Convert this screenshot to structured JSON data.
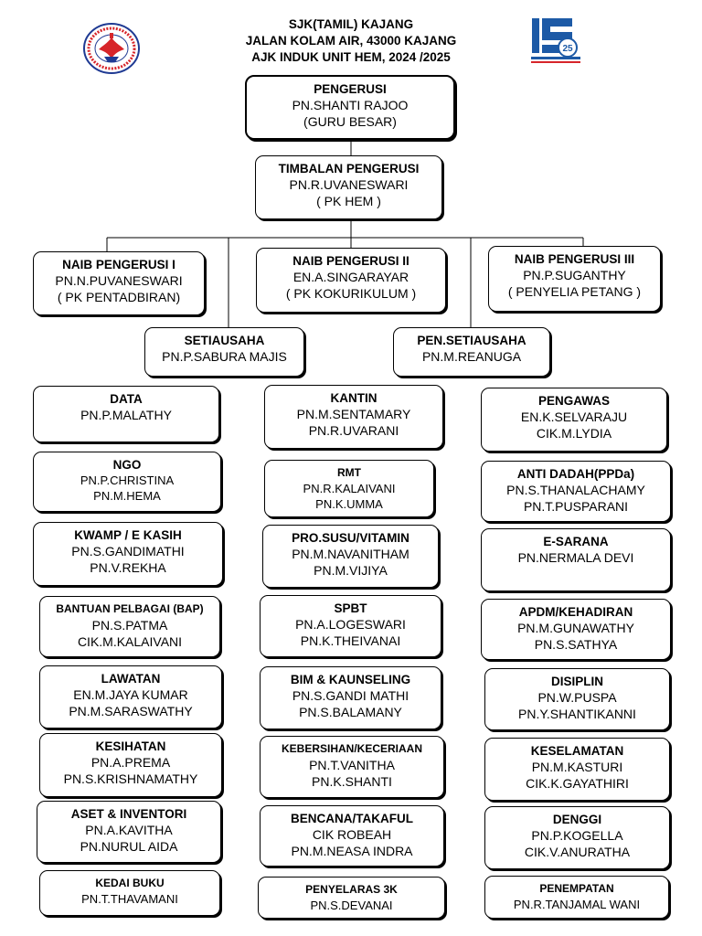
{
  "header": {
    "line1": "SJK(TAMIL) KAJANG",
    "line2": "JALAN KOLAM AIR, 43000 KAJANG",
    "line3": "AJK INDUK UNIT HEM, 2024 /2025"
  },
  "logos": {
    "left_name": "school-crest",
    "right_name": "transformasi-sekolah-25-logo",
    "right_number": "25",
    "colors": {
      "crest_red": "#d7252a",
      "crest_blue": "#1f3a93",
      "ts_blue": "#1d5aa6"
    }
  },
  "chart": {
    "pengerusi": {
      "title": "PENGERUSI",
      "line1": "PN.SHANTI RAJOO",
      "line2": "(GURU BESAR)"
    },
    "timbalan": {
      "title": "TIMBALAN  PENGERUSI",
      "line1": "PN.R.UVANESWARI",
      "line2": "( PK HEM )"
    },
    "naib1": {
      "title": "NAIB PENGERUSI I",
      "line1": "PN.N.PUVANESWARI",
      "line2": "( PK PENTADBIRAN)"
    },
    "naib2": {
      "title": "NAIB PENGERUSI II",
      "line1": "EN.A.SINGARAYAR",
      "line2": "( PK KOKURIKULUM )"
    },
    "naib3": {
      "title": "NAIB PENGERUSI III",
      "line1": "PN.P.SUGANTHY",
      "line2": "( PENYELIA PETANG )"
    },
    "setiausaha": {
      "title": "SETIAUSAHA",
      "line1": "PN.P.SABURA MAJIS"
    },
    "pen_setiausaha": {
      "title": "PEN.SETIAUSAHA",
      "line1": "PN.M.REANUGA"
    }
  },
  "committees": {
    "col1": [
      {
        "title": "DATA",
        "members": [
          "PN.P.MALATHY"
        ]
      },
      {
        "title": "NGO",
        "members": [
          "PN.P.CHRISTINA",
          "PN.M.HEMA"
        ]
      },
      {
        "title": "KWAMP / E KASIH",
        "members": [
          "PN.S.GANDIMATHI",
          "PN.V.REKHA"
        ]
      },
      {
        "title": "BANTUAN PELBAGAI (BAP)",
        "members": [
          "PN.S.PATMA",
          "CIK.M.KALAIVANI"
        ]
      },
      {
        "title": "LAWATAN",
        "members": [
          "EN.M.JAYA KUMAR",
          "PN.M.SARASWATHY"
        ]
      },
      {
        "title": "KESIHATAN",
        "members": [
          "PN.A.PREMA",
          "PN.S.KRISHNAMATHY"
        ]
      },
      {
        "title": "ASET & INVENTORI",
        "members": [
          "PN.A.KAVITHA",
          "PN.NURUL AIDA"
        ]
      },
      {
        "title": "KEDAI BUKU",
        "members": [
          "PN.T.THAVAMANI"
        ]
      }
    ],
    "col2": [
      {
        "title": "KANTIN",
        "members": [
          "PN.M.SENTAMARY",
          "PN.R.UVARANI"
        ]
      },
      {
        "title": "RMT",
        "members": [
          "PN.R.KALAIVANI",
          "PN.K.UMMA"
        ]
      },
      {
        "title": "PRO.SUSU/VITAMIN",
        "members": [
          "PN.M.NAVANITHAM",
          "PN.M.VIJIYA"
        ]
      },
      {
        "title": "SPBT",
        "members": [
          "PN.A.LOGESWARI",
          "PN.K.THEIVANAI"
        ]
      },
      {
        "title": "BIM & KAUNSELING",
        "members": [
          "PN.S.GANDI MATHI",
          "PN.S.BALAMANY"
        ]
      },
      {
        "title": "KEBERSIHAN/KECERIAAN",
        "members": [
          "PN.T.VANITHA",
          "PN.K.SHANTI"
        ]
      },
      {
        "title": "BENCANA/TAKAFUL",
        "members": [
          "CIK ROBEAH",
          "PN.M.NEASA INDRA"
        ]
      },
      {
        "title": "PENYELARAS 3K",
        "members": [
          "PN.S.DEVANAI"
        ]
      }
    ],
    "col3": [
      {
        "title": "PENGAWAS",
        "members": [
          "EN.K.SELVARAJU",
          "CIK.M.LYDIA"
        ]
      },
      {
        "title": "ANTI DADAH(PPDa)",
        "members": [
          "PN.S.THANALACHAMY",
          "PN.T.PUSPARANI"
        ]
      },
      {
        "title": "E-SARANA",
        "members": [
          "PN.NERMALA DEVI"
        ]
      },
      {
        "title": "APDM/KEHADIRAN",
        "members": [
          "PN.M.GUNAWATHY",
          "PN.S.SATHYA"
        ]
      },
      {
        "title": "DISIPLIN",
        "members": [
          "PN.W.PUSPA",
          "PN.Y.SHANTIKANNI"
        ]
      },
      {
        "title": "KESELAMATAN",
        "members": [
          "PN.M.KASTURI",
          "CIK.K.GAYATHIRI"
        ]
      },
      {
        "title": "DENGGI",
        "members": [
          "PN.P.KOGELLA",
          "CIK.V.ANURATHA"
        ]
      },
      {
        "title": "PENEMPATAN",
        "members": [
          "PN.R.TANJAMAL WANI"
        ]
      }
    ]
  }
}
